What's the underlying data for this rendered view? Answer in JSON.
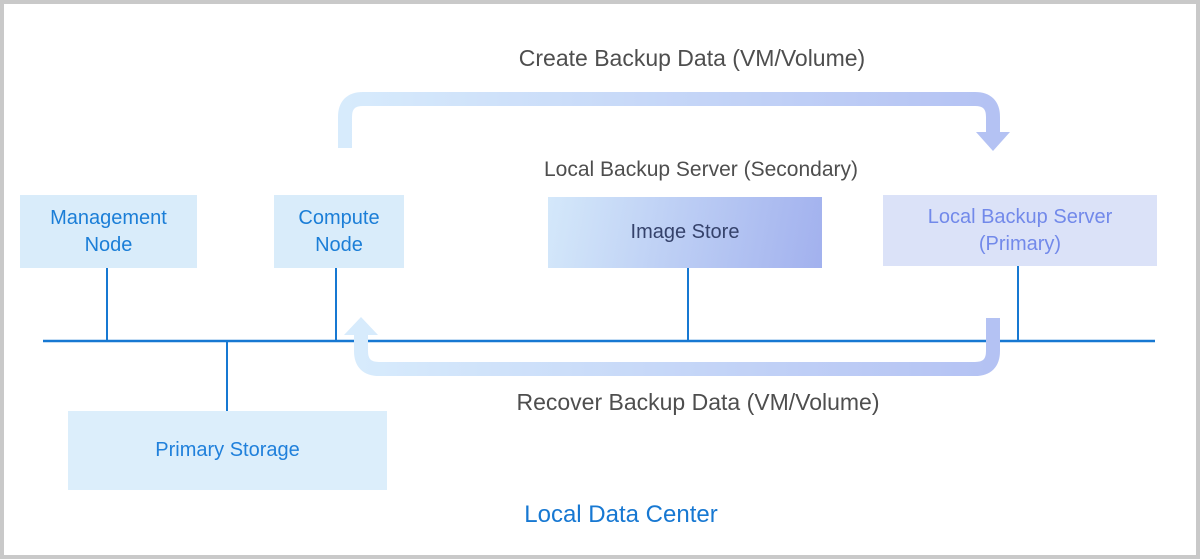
{
  "diagram": {
    "title": "Local Data Center",
    "flows": {
      "create": {
        "label": "Create Backup Data (VM/Volume)"
      },
      "recover": {
        "label": "Recover Backup Data (VM/Volume)"
      }
    },
    "secondary_label": "Local Backup Server (Secondary)",
    "nodes": {
      "management": {
        "label": "Management\nNode"
      },
      "compute": {
        "label": "Compute\nNode"
      },
      "image_store": {
        "label": "Image Store"
      },
      "backup_primary": {
        "label": "Local Backup Server\n(Primary)"
      },
      "primary_storage": {
        "label": "Primary Storage"
      }
    }
  },
  "colors": {
    "line-blue": "#1778D2",
    "node-bg": "#D9ECFA",
    "node-text": "#1B7ED7",
    "imgstore-from": "#D4E8FA",
    "imgstore-to": "#A2B1EE",
    "imgstore-text": "#35426B",
    "lbs-bg": "#DBE2F8",
    "lbs-text": "#7289EA",
    "storage-bg": "#DCEEFB",
    "storage-text": "#2080DB",
    "arrow-light": "#D7EBFC",
    "arrow-dark": "#B4C2F3",
    "label-gray": "#4E4E4E",
    "border-gray": "#C9C9C9"
  }
}
